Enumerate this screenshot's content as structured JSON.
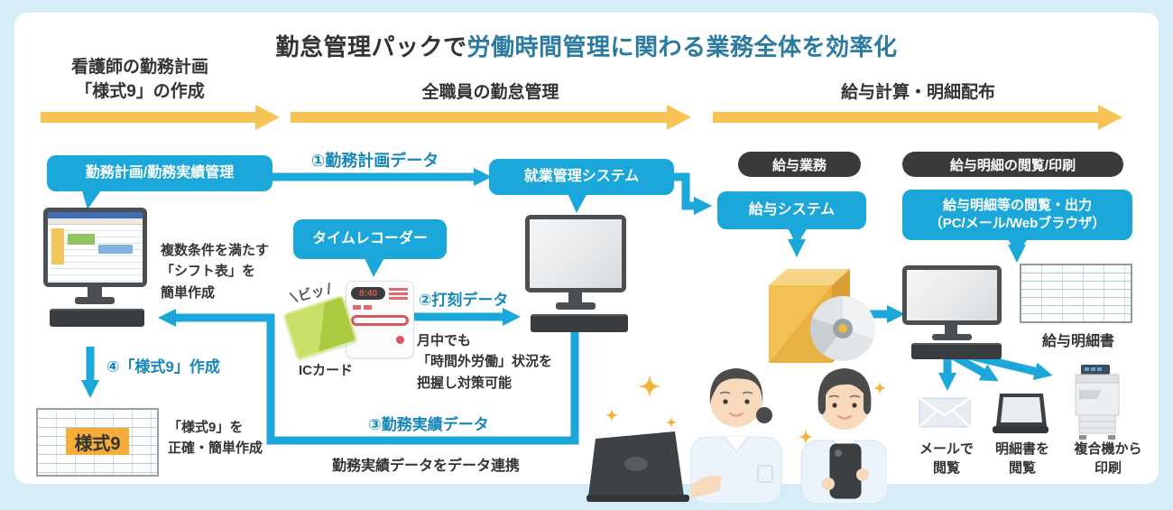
{
  "colors": {
    "accent_blue": "#1ba7d9",
    "title_teal": "#2b7aa0",
    "arrow_yellow": "#f8c355",
    "dark_pill": "#3a3a3a",
    "text_dark": "#333333",
    "step_blue": "#1787ba",
    "badge_orange": "#f6ac3b",
    "ic_card_green": "#b5d44d"
  },
  "title": {
    "black": "勤怠管理パックで",
    "teal": "労働時間管理に関わる業務全体を効率化"
  },
  "phases": {
    "p1": "看護師の勤務計画\n「様式9」の作成",
    "p2": "全職員の勤怠管理",
    "p3": "給与計算・明細配布"
  },
  "plan": {
    "bubble": "勤務計画/勤務実績管理",
    "monitor_note": "複数条件を満たす\n「シフト表」を\n簡単作成",
    "step4": "④「様式9」作成",
    "doc_badge": "様式9",
    "doc_note": "「様式9」を\n正確・簡単作成"
  },
  "attendance": {
    "step1": "①勤務計画データ",
    "system_bubble": "就業管理システム",
    "recorder_bubble": "タイムレコーダー",
    "beep": "ビッ",
    "clock": "8:40",
    "ic_card": "ICカード",
    "step2": "②打刻データ",
    "mid_note": "月中でも\n「時間外労働」状況を\n把握し対策可能",
    "step3": "③勤務実績データ",
    "link_note": "勤務実績データをデータ連携"
  },
  "payroll": {
    "pill": "給与業務",
    "bubble": "給与システム",
    "view_pill": "給与明細の閲覧/印刷",
    "view_bubble": "給与明細等の閲覧・出力\n（PC/メール/Webブラウザ）",
    "payslip": "給与明細書",
    "mail": "メールで\n閲覧",
    "laptop": "明細書を\n閲覧",
    "print": "複合機から\n印刷"
  }
}
